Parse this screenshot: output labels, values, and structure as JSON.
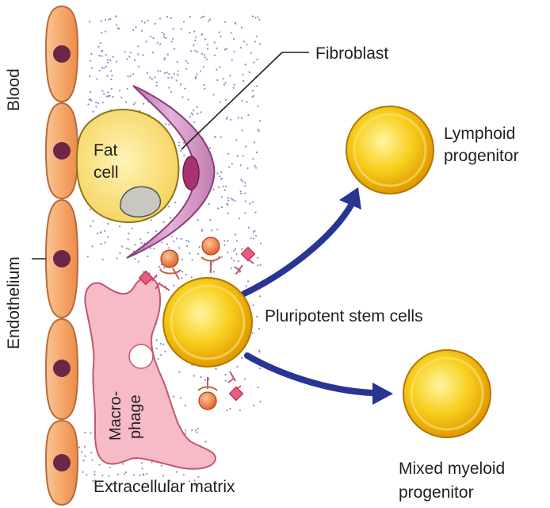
{
  "labels": {
    "blood": "Blood",
    "endothelium": "Endothelium",
    "fat_cell_line1": "Fat",
    "fat_cell_line2": "cell",
    "fibroblast": "Fibroblast",
    "lymphoid_line1": "Lymphoid",
    "lymphoid_line2": "progenitor",
    "pluripotent": "Pluripotent stem cells",
    "macrophage_line1": "Macro-",
    "macrophage_line2": "phage",
    "extracellular_matrix": "Extracellular matrix",
    "myeloid_line1": "Mixed myeloid",
    "myeloid_line2": "progenitor"
  },
  "colors": {
    "endothelial_cell": "#f4a66c",
    "endothelial_outline": "#b86a3a",
    "nucleus": "#6b2748",
    "fat_cell": "#fbe27a",
    "fibroblast": "#c97fb5",
    "stem_cell": "#f6c200",
    "macrophage": "#f4b6c2",
    "arrow": "#283593",
    "matrix_dots": "#8c8ad0",
    "receptor_red": "#e03c64",
    "ligand_orange": "#ec7a3c"
  }
}
